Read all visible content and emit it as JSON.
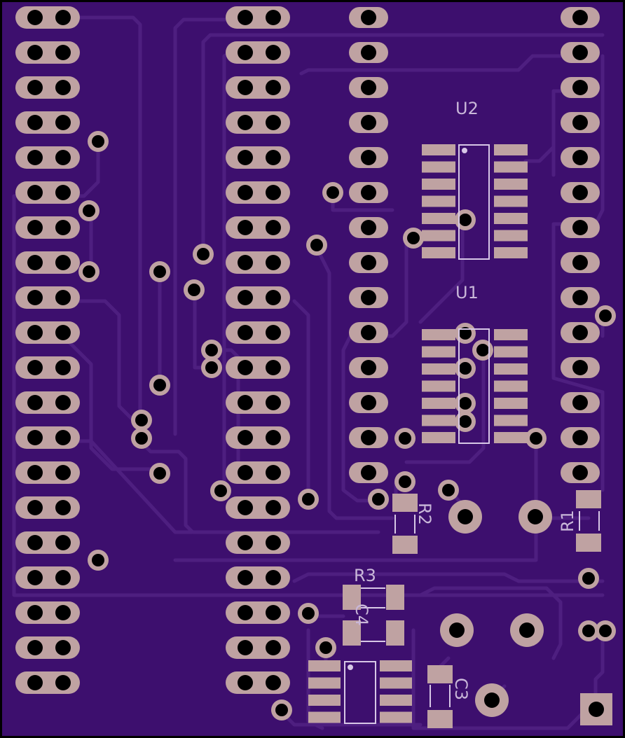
{
  "board": {
    "colors": {
      "substrate": "#3d0f6e",
      "trace": "#4e1f80",
      "pad": "#bfa2a2",
      "hole": "#000000",
      "silk": "#d7c7e6",
      "outline": "#000000"
    }
  },
  "labels": {
    "u2": "U2",
    "u1": "U1",
    "r1": "R1",
    "r2": "R2",
    "r3": "R3",
    "c3": "C3",
    "c4": "C4"
  }
}
